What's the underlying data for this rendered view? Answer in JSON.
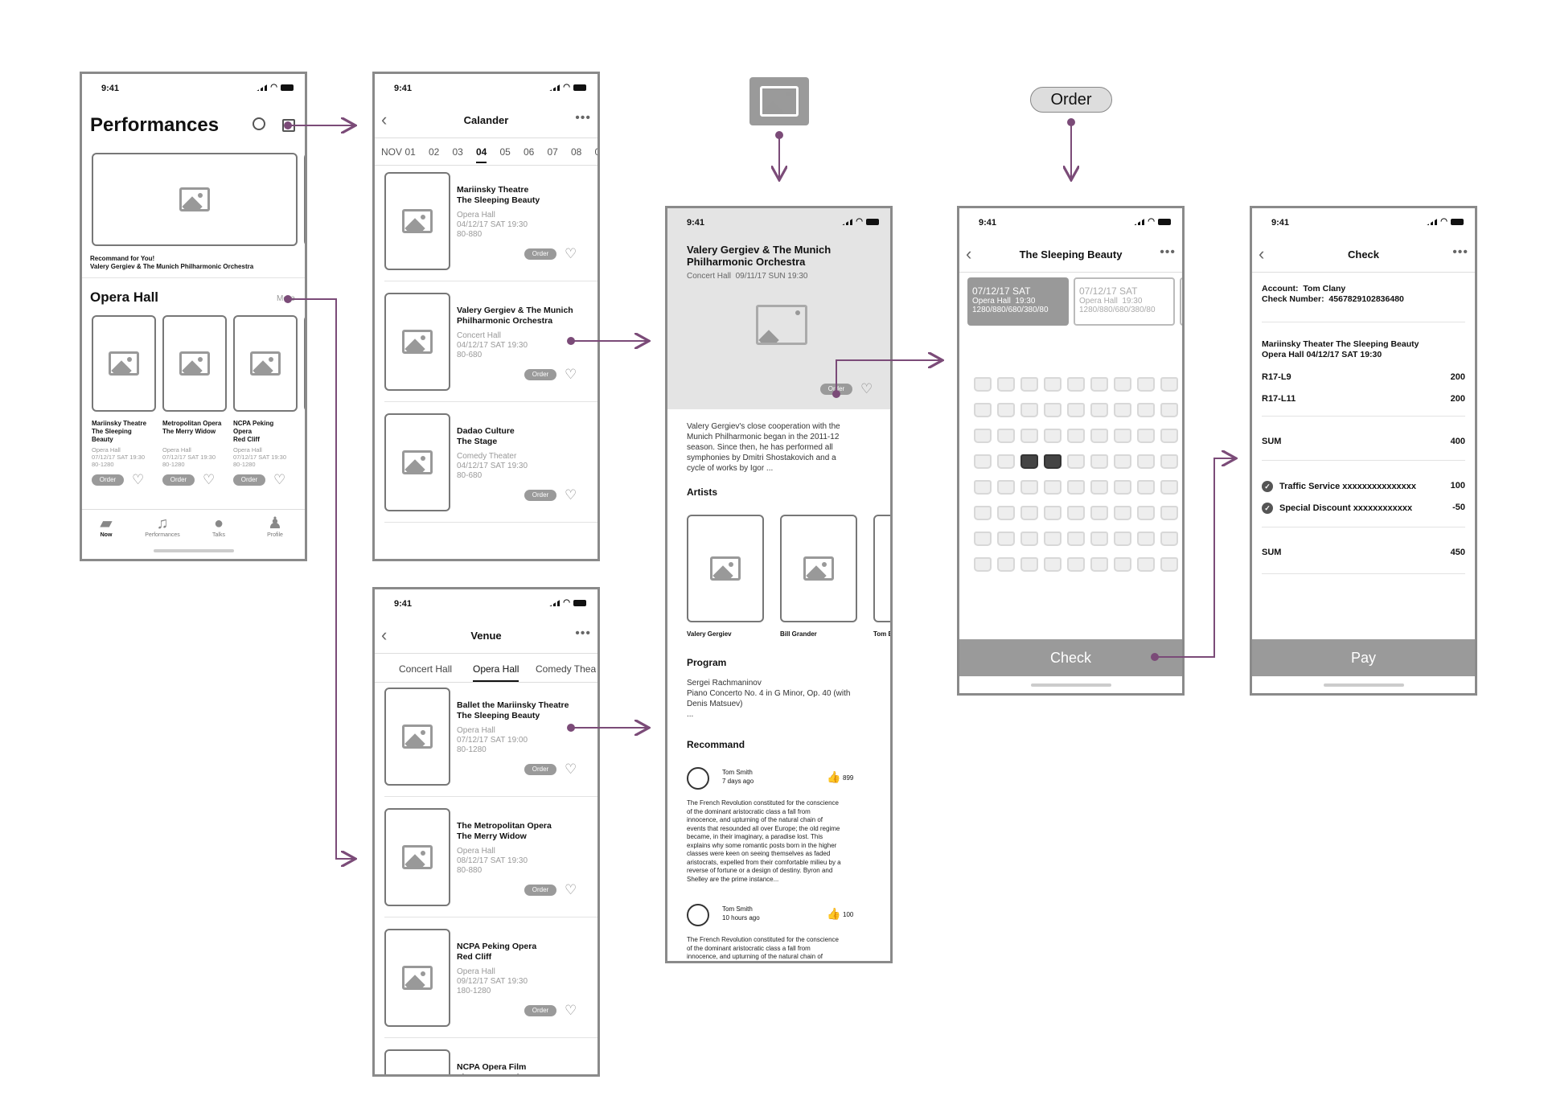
{
  "status_time": "9:41",
  "s1": {
    "title": "Performances",
    "rec_label": "Recommand for You!",
    "rec_sub": "Valery Gergiev & The Munich Philharmonic Orchestra",
    "section": "Opera Hall",
    "more": "More",
    "cards": [
      {
        "name": "Mariinsky Theatre\nThe Sleeping\nBeauty",
        "venue": "Opera Hall\n07/12/17 SAT 19:30\n80-1280"
      },
      {
        "name": "Metropolitan Opera\nThe Merry Widow",
        "venue": "Opera Hall\n07/12/17 SAT 19:30\n80-1280"
      },
      {
        "name": "NCPA Peking\nOpera\nRed Cliff",
        "venue": "Opera Hall\n07/12/17 SAT 19:30\n80-1280"
      }
    ],
    "order": "Order",
    "tabs": [
      "Now",
      "Performances",
      "Talks",
      "Profile"
    ]
  },
  "s2": {
    "title": "Calander",
    "dates": [
      "NOV",
      "01",
      "02",
      "03",
      "04",
      "05",
      "06",
      "07",
      "08",
      "0"
    ],
    "active": "04",
    "items": [
      {
        "name": "Mariinsky Theatre\nThe Sleeping Beauty",
        "info": "Opera Hall\n04/12/17 SAT 19:30\n80-880"
      },
      {
        "name": "Valery Gergiev & The Munich\nPhilharmonic Orchestra",
        "info": "Concert Hall\n04/12/17 SAT 19:30\n80-680"
      },
      {
        "name": "Dadao Culture\nThe Stage",
        "info": "Comedy Theater\n04/12/17 SAT 19:30\n80-680"
      }
    ],
    "order": "Order"
  },
  "s3": {
    "title": "Venue",
    "tabs": [
      "Concert Hall",
      "Opera Hall",
      "Comedy Thea"
    ],
    "items": [
      {
        "name": "Ballet the Mariinsky Theatre\nThe Sleeping Beauty",
        "info": "Opera Hall\n07/12/17 SAT 19:00\n80-1280"
      },
      {
        "name": "The Metropolitan Opera\nThe Merry Widow",
        "info": "Opera Hall\n08/12/17 SAT 19:30\n80-880"
      },
      {
        "name": "NCPA Peking Opera\nRed Cliff",
        "info": "Opera Hall\n09/12/17 SAT 19:30\n180-1280"
      },
      {
        "name": "NCPA Opera Film\nThe Long March",
        "info": ""
      }
    ],
    "order": "Order"
  },
  "s4": {
    "title": "Valery Gergiev & The Munich\nPhilharmonic Orchestra",
    "sub": "Concert Hall  09/11/17 SUN 19:30",
    "order": "Order",
    "desc": "Valery Gergiev's close cooperation with the\nMunich Philharmonic began in the 2011-12\nseason. Since then, he has performed all\nsymphonies by Dmitri Shostakovich and a\ncycle of works by Igor ...",
    "artists_h": "Artists",
    "artists": [
      "Valery Gergiev",
      "Bill Grander",
      "Tom B"
    ],
    "program_h": "Program",
    "program": "Sergei Rachmaninov\nPiano Concerto No. 4 in G Minor, Op. 40 (with\nDenis Matsuev)\n...",
    "rec_h": "Recommand",
    "reviews": [
      {
        "user": "Tom Smith",
        "when": "7 days ago",
        "likes": "899",
        "text": "The French Revolution constituted for the conscience\nof the dominant aristocratic class a fall from\ninnocence, and upturning of the natural chain of\nevents that resounded all over Europe; the old regime\nbecame, in their imaginary, a paradise lost. This\nexplains why some romantic posts born in the higher\nclasses were keen on seeing themselves as faded\naristocrats, expelled from their comfortable milieu by a\nreverse of fortune or a design of destiny. Byron and\nShelley are the prime instance..."
      },
      {
        "user": "Tom Smith",
        "when": "10 hours ago",
        "likes": "100",
        "text": "The French Revolution constituted for the conscience\nof the dominant aristocratic class a fall from\ninnocence, and upturning of the natural chain of"
      }
    ]
  },
  "s5": {
    "title": "The Sleeping Beauty",
    "dates": [
      {
        "d": "07/12/17 SAT",
        "v": "Opera Hall  19:30",
        "p": "1280/880/680/380/80"
      },
      {
        "d": "07/12/17 SAT",
        "v": "Opera Hall  19:30",
        "p": "1280/880/680/380/80"
      }
    ],
    "check": "Check"
  },
  "s6": {
    "title": "Check",
    "account": "Account:  Tom Clany",
    "checknum": "Check Number:  4567829102836480",
    "show": "Mariinsky Theater The Sleeping Beauty\nOpera Hall 04/12/17 SAT 19:30",
    "lines": [
      {
        "k": "R17-L9",
        "v": "200"
      },
      {
        "k": "R17-L11",
        "v": "200"
      }
    ],
    "sum1": {
      "k": "SUM",
      "v": "400"
    },
    "extras": [
      {
        "k": "Traffic Service xxxxxxxxxxxxxxx",
        "v": "100"
      },
      {
        "k": "Special  Discount xxxxxxxxxxxx",
        "v": "-50"
      }
    ],
    "sum2": {
      "k": "SUM",
      "v": "450"
    },
    "pay": "Pay"
  },
  "labels": {
    "order_top": "Order"
  },
  "colors": {
    "arrow": "#7b4b78",
    "frame": "#8a8a8a",
    "button": "#9a9a9a"
  }
}
